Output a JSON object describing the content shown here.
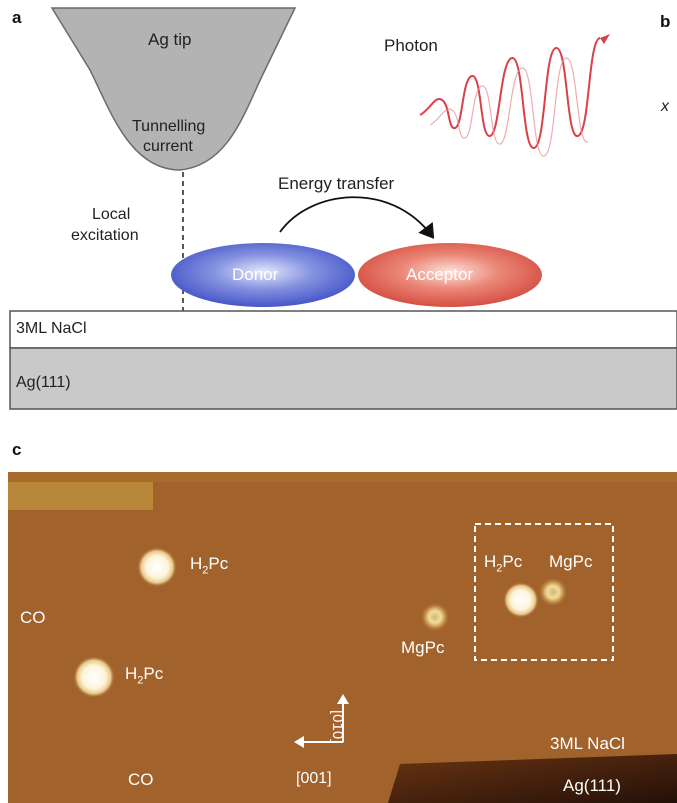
{
  "panel_a": {
    "label": "a",
    "tip_label": "Ag tip",
    "current_label_1": "Tunnelling",
    "current_label_2": "current",
    "photon_label": "Photon",
    "energy_transfer_label": "Energy transfer",
    "local_label_1": "Local",
    "local_label_2": "excitation",
    "donor_label": "Donor",
    "acceptor_label": "Acceptor",
    "layer_nacl": "3ML NaCl",
    "layer_ag": "Ag(111)",
    "colors": {
      "tip": "#b3b3b3",
      "donor": "#5a6fd6",
      "acceptor": "#e06a5c",
      "photon": "#d8404a",
      "substrate": "#c9c9c9"
    }
  },
  "panel_b": {
    "label": "b",
    "axis_glyph": "x"
  },
  "panel_c": {
    "label": "c",
    "molecules": [
      {
        "label_main": "H",
        "label_sub": "2",
        "label_tail": "Pc"
      },
      {
        "label_main": "H",
        "label_sub": "2",
        "label_tail": "Pc"
      },
      {
        "label": "MgPc"
      },
      {
        "label_main": "H",
        "label_sub": "2",
        "label_tail": "Pc"
      },
      {
        "label": "MgPc"
      }
    ],
    "co_labels": [
      "CO",
      "CO"
    ],
    "axis_up": "[010]",
    "axis_right": "[001]",
    "region_nacl": "3ML NaCl",
    "region_ag": "Ag(111)",
    "colors": {
      "background": "#a1622b",
      "terrace": "#b07d33"
    }
  }
}
